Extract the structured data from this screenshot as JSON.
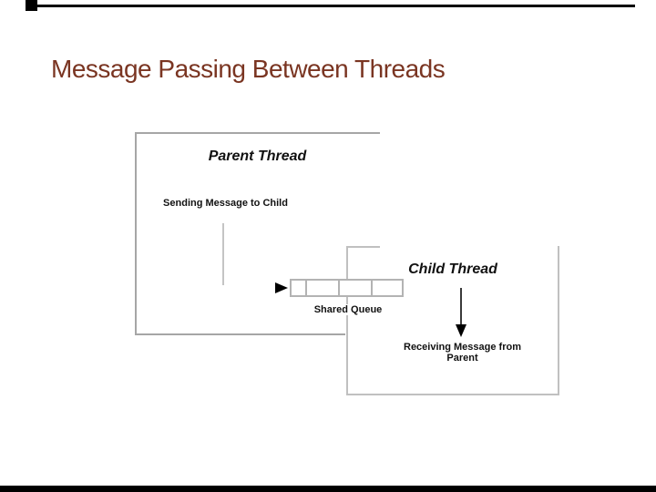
{
  "slide": {
    "title": "Message Passing Between Threads",
    "colors": {
      "background": "#ffffff",
      "title_text": "#7a3522",
      "diagram_text": "#111111",
      "parent_box_border": "#a6a6a6",
      "child_box_border": "#c0c0c0",
      "queue_border": "#b3b3b3",
      "arrowheads": "#000000",
      "frame_marks": "#000000"
    }
  },
  "diagram": {
    "parent_thread_label": "Parent Thread",
    "sending_label": "Sending Message to Child",
    "shared_queue_label": "Shared Queue",
    "queue_cell_count": 4,
    "child_thread_label": "Child Thread",
    "receiving_label_line1": "Receiving Message from",
    "receiving_label_line2": "Parent"
  }
}
